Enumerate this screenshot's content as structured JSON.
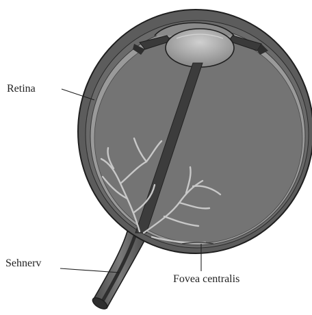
{
  "figure": {
    "subject": "eye cross-section",
    "labels": {
      "retina": "Retina",
      "optic_nerve": "Sehnerv",
      "fovea": "Fovea centralis"
    }
  },
  "colors": {
    "background": "#ffffff",
    "sclera": "#5c5c5c",
    "inner_chamber": "#747474",
    "retina_layer": "#9a9a9a",
    "lens": "#b8b8b8",
    "iris": "#3a3a3a",
    "vessels": "#c8c8c8",
    "outline": "#1e1e1e",
    "label_text": "#222222"
  }
}
